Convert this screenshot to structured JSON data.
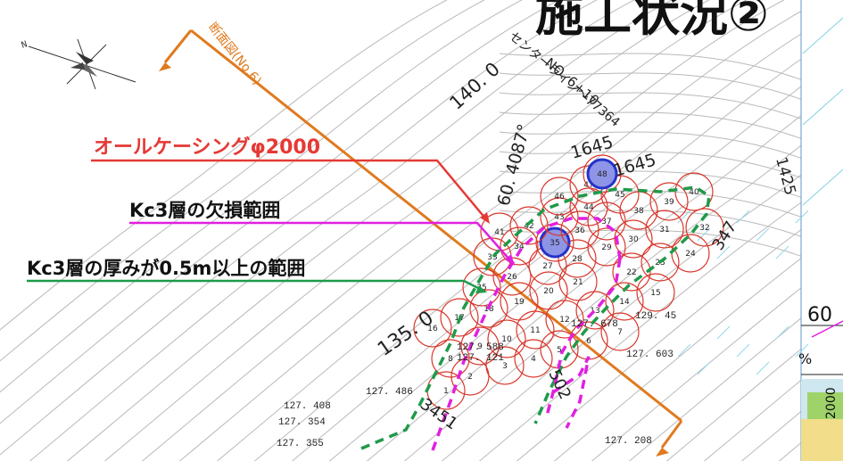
{
  "title": "施工状況②",
  "section": {
    "label": "断面図(No.6)",
    "color": "#e07a1f"
  },
  "plan_texts": {
    "centerline": "センターライン〜77364",
    "station": "NO. 6+10",
    "angle": "60. 4087°",
    "contour_140": "140. 0",
    "contour_135": "135. 0",
    "dim_1645_a": "1645",
    "dim_1645_b": "1645",
    "dim_1425": "1425",
    "dim_347": "347",
    "dim_3451": "3451",
    "dim_502": "502",
    "right_60": "60",
    "right_pct": "%",
    "right_2000": "2000"
  },
  "legend": [
    {
      "text": "オールケーシングφ2000",
      "color": "#e53935"
    },
    {
      "text": "Kc3層の欠損範囲",
      "color": "#e020e0"
    },
    {
      "text": "Kc3層の厚みが0.5m以上の範囲",
      "color": "#1f9a4a"
    }
  ],
  "elevations": {
    "e127486": "127. 486",
    "e127408": "127. 408",
    "e127354": "127. 354",
    "e127355": "127. 355",
    "e127603": "127. 603",
    "e127208": "127. 208",
    "e129_45": "129. 45",
    "e127678": "127. 678",
    "e127588": "127. 588",
    "e127121": "127. 121"
  },
  "piles": [
    "1",
    "2",
    "3",
    "4",
    "5",
    "6",
    "7",
    "8",
    "9",
    "10",
    "11",
    "12",
    "13",
    "14",
    "15",
    "16",
    "17",
    "18",
    "19",
    "20",
    "21",
    "22",
    "23",
    "24",
    "25",
    "26",
    "27",
    "28",
    "29",
    "30",
    "31",
    "32",
    "33",
    "34",
    "35",
    "36",
    "37",
    "38",
    "39",
    "40",
    "41",
    "42",
    "43",
    "44",
    "45",
    "46",
    "47",
    "48"
  ],
  "highlighted_piles": [
    "35",
    "48"
  ],
  "colors": {
    "pile": "#d9362b",
    "highlight": "#2432c9",
    "magenta": "#e020e0",
    "green": "#1f9a4a",
    "orange": "#e07a1f",
    "legend_text": "#111111"
  }
}
